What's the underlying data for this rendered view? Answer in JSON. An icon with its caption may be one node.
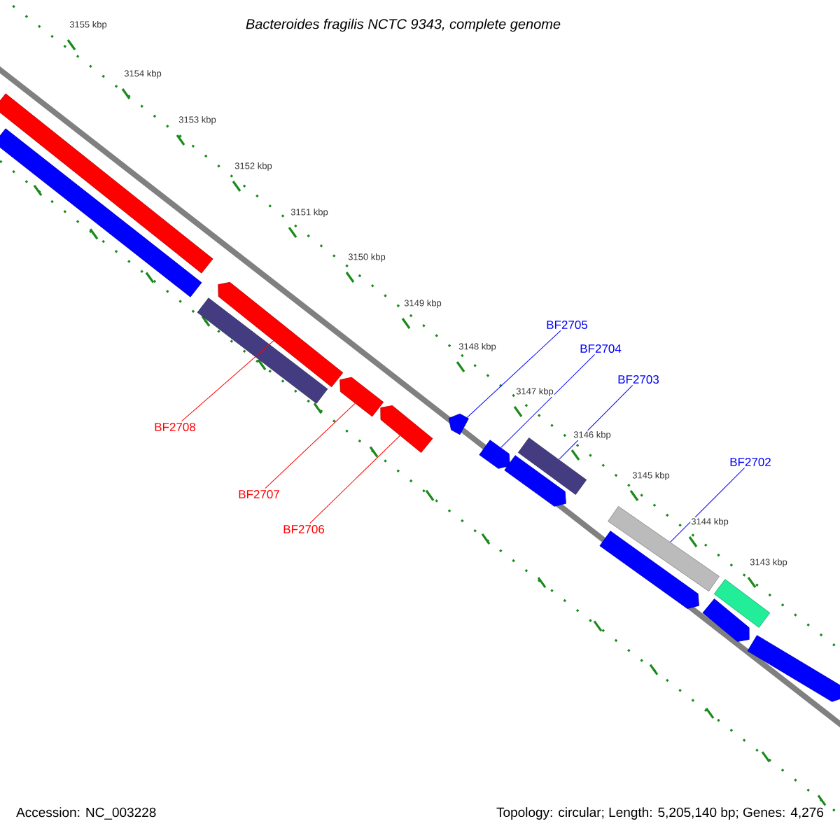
{
  "diagram": {
    "title": "Bacteroides fragilis NCTC 9343, complete genome",
    "nodes": [
      {
        "text": [],
        "shape": "bar"
      },
      {
        "text": [],
        "shape": "bar"
      },
      {
        "text": [],
        "shape": "bar"
      },
      {
        "text": [],
        "shape": "arrow"
      },
      {
        "text": [],
        "shape": "arrow"
      },
      {
        "text": [],
        "shape": "arrow"
      },
      {
        "text": [],
        "shape": "arrow"
      },
      {
        "text": [],
        "shape": "arrow"
      },
      {
        "text": [],
        "shape": "bar"
      },
      {
        "text": [],
        "shape": "arrow"
      },
      {
        "text": [],
        "shape": "bar"
      },
      {
        "text": [],
        "shape": "arrow"
      },
      {
        "text": [],
        "shape": "bar"
      },
      {
        "text": [],
        "shape": "arrow"
      },
      {
        "text": [],
        "shape": "arrow"
      },
      {
        "text": [
          "BF2705"
        ]
      },
      {
        "text": [
          "BF2704"
        ]
      },
      {
        "text": [
          "BF2703"
        ]
      },
      {
        "text": [
          "BF2708"
        ]
      },
      {
        "text": [
          "BF2702"
        ]
      },
      {
        "text": [
          "BF2707"
        ]
      },
      {
        "text": [
          "BF2706"
        ]
      }
    ],
    "edges": [
      {
        "from": 15,
        "to": 6,
        "arrow": "none"
      },
      {
        "from": 16,
        "to": 7,
        "arrow": "none"
      },
      {
        "from": 17,
        "to": 8,
        "arrow": "none"
      },
      {
        "from": 18,
        "to": 3,
        "arrow": "none",
        "color": "#ff0000"
      },
      {
        "from": 19,
        "to": 10,
        "arrow": "none"
      },
      {
        "from": 20,
        "to": 4,
        "arrow": "none",
        "color": "#ff0000"
      },
      {
        "from": 21,
        "to": 5,
        "arrow": "none",
        "color": "#ff0000"
      }
    ],
    "labels": [
      "3155 kbp",
      "3154 kbp",
      "3153 kbp",
      "3152 kbp",
      "3151 kbp",
      "3150 kbp",
      "3149 kbp",
      "3148 kbp",
      "3147 kbp",
      "3146 kbp",
      "3145 kbp",
      "3144 kbp",
      "3143 kbp",
      "Accession: NC_003228",
      "Topology: circular; Length: 5,205,140 bp; Genes: 4,276"
    ]
  }
}
